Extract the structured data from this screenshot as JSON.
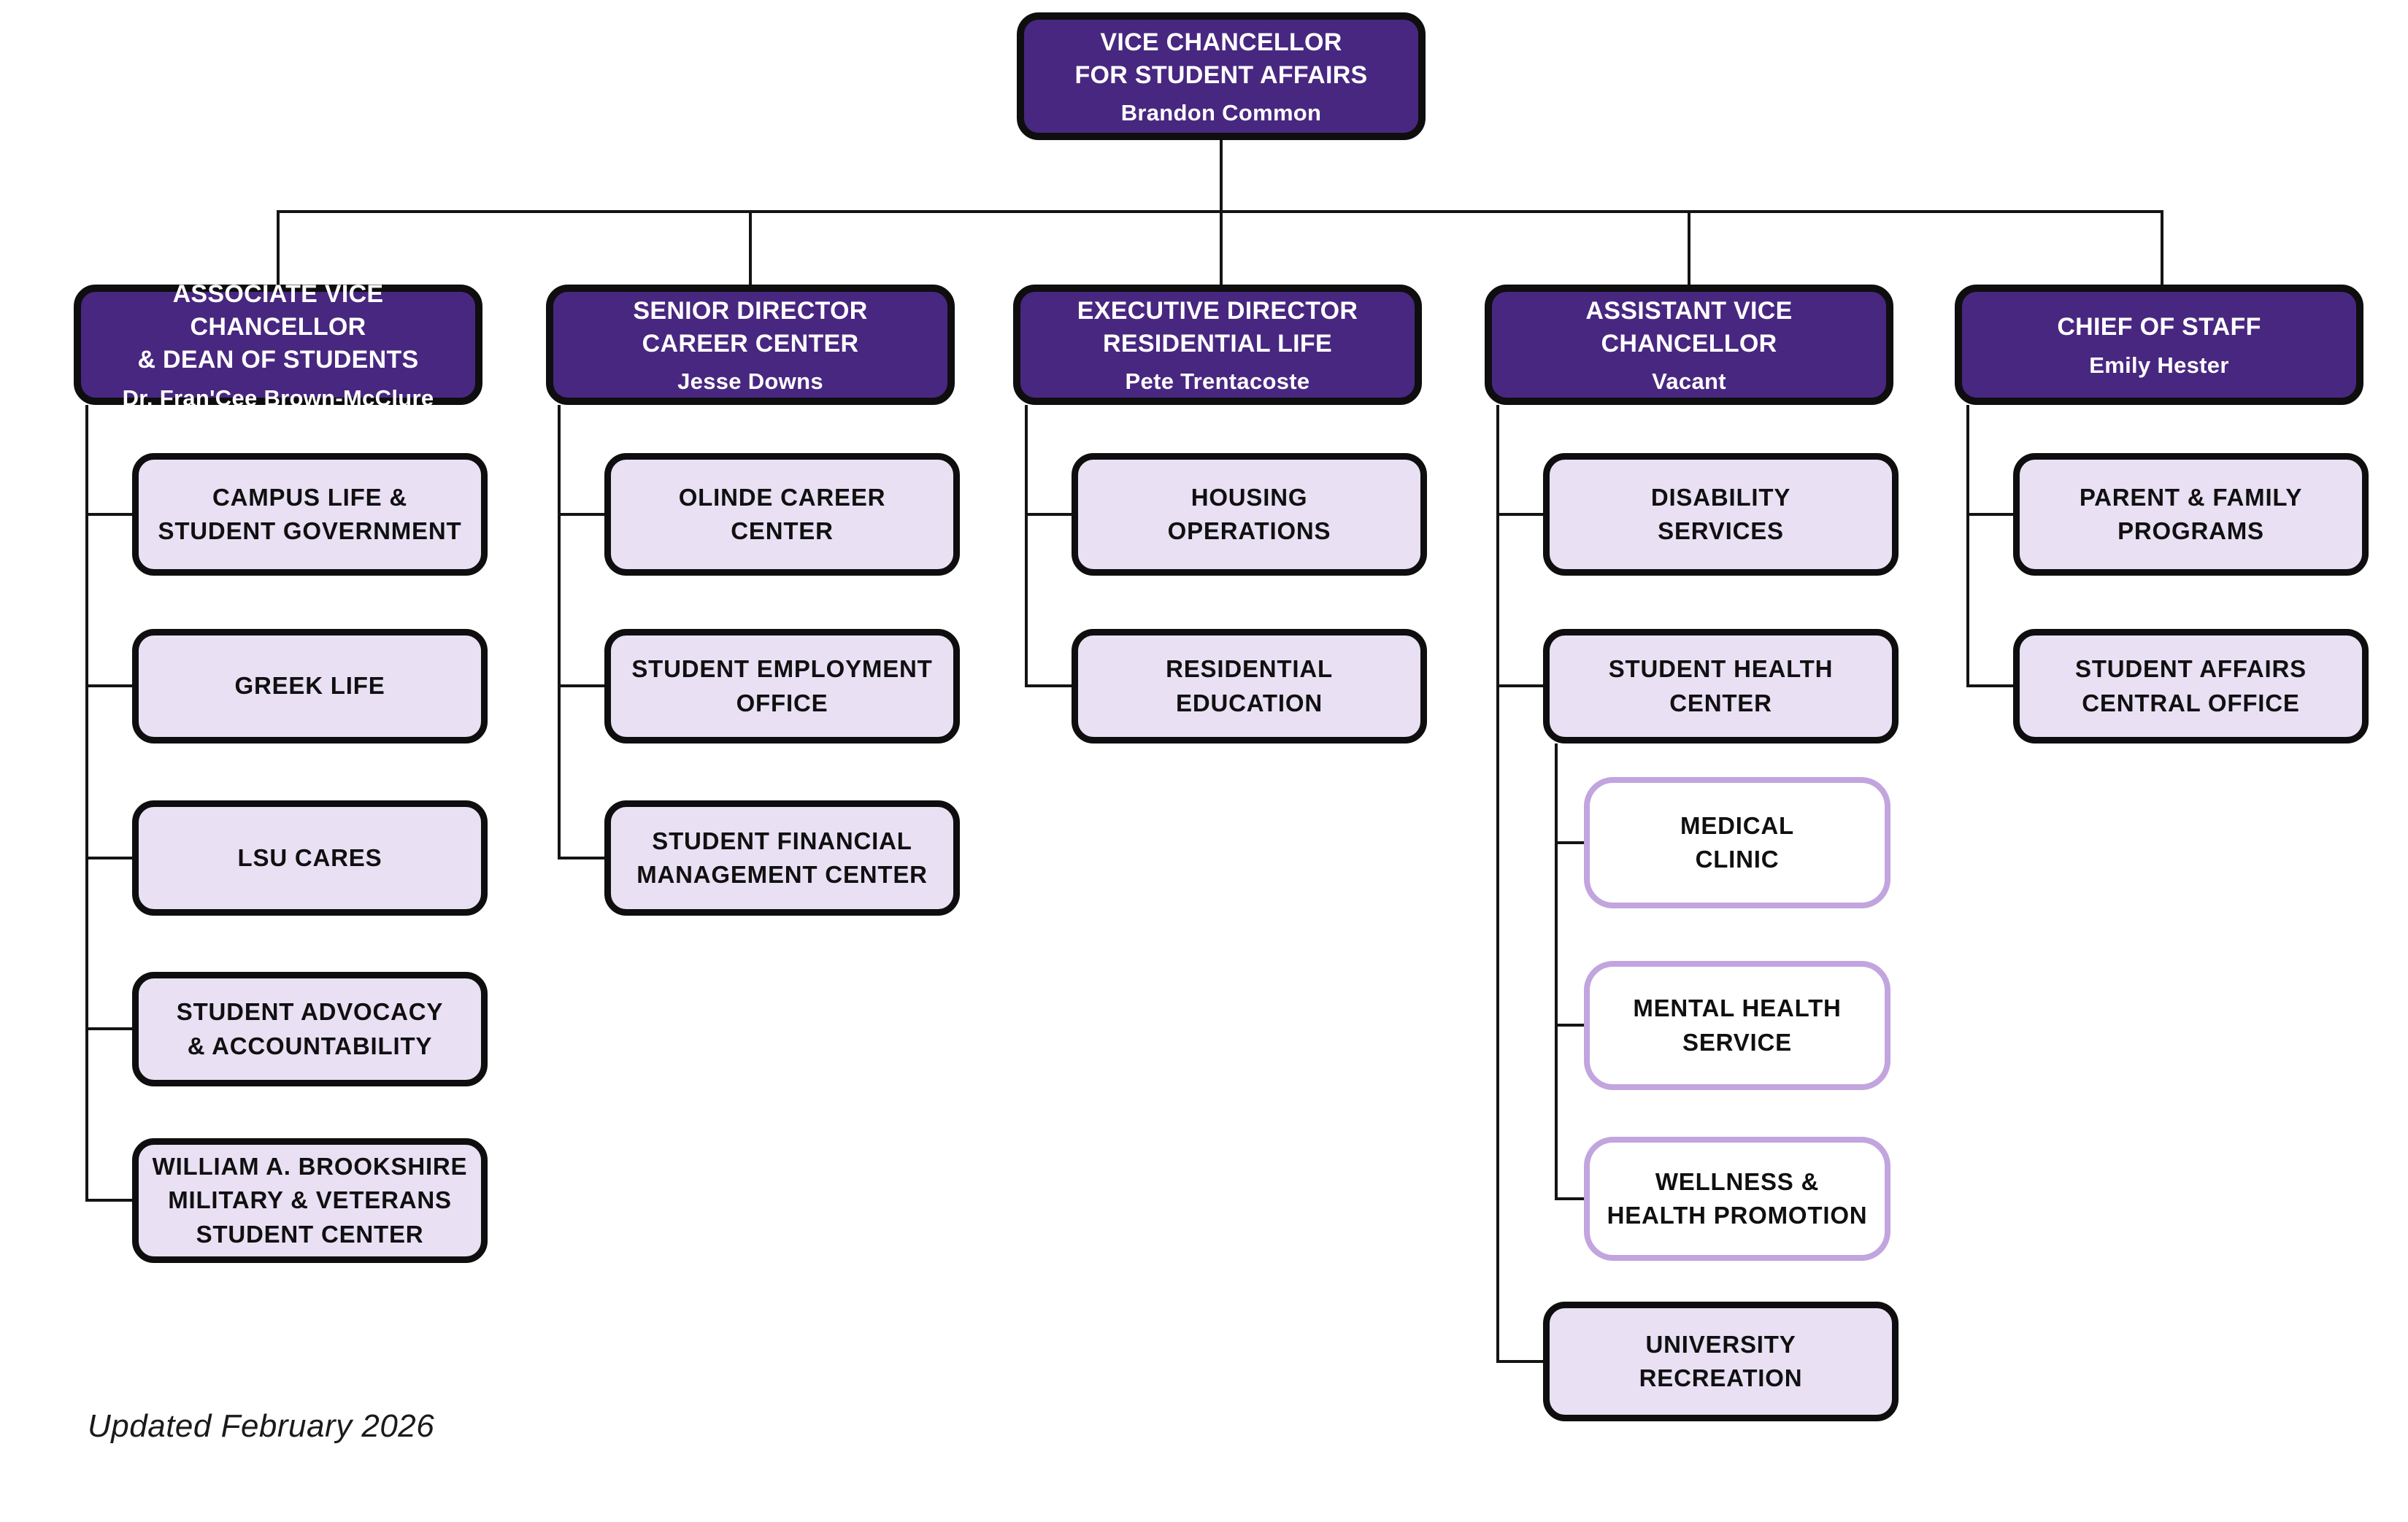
{
  "colors": {
    "brand_purple": "#482780",
    "light_purple_fill": "#E9E0F4",
    "sub_box_border": "#C2A4DE",
    "connector_line": "#141414"
  },
  "footer": {
    "updated_note": "Updated February 2026"
  },
  "org": {
    "root": {
      "title": "VICE CHANCELLOR\nFOR STUDENT AFFAIRS",
      "name": "Brandon Common"
    },
    "branches": [
      {
        "title": "ASSOCIATE VICE CHANCELLOR\n& DEAN OF STUDENTS",
        "name": "Dr. Fran'Cee Brown-McClure",
        "children": [
          "CAMPUS LIFE &\nSTUDENT GOVERNMENT",
          "GREEK LIFE",
          "LSU CARES",
          "STUDENT ADVOCACY\n& ACCOUNTABILITY",
          "WILLIAM A. BROOKSHIRE\nMILITARY & VETERANS\nSTUDENT CENTER"
        ]
      },
      {
        "title": "SENIOR DIRECTOR\nCAREER CENTER",
        "name": "Jesse Downs",
        "children": [
          "OLINDE CAREER\nCENTER",
          "STUDENT EMPLOYMENT\nOFFICE",
          "STUDENT FINANCIAL\nMANAGEMENT CENTER"
        ]
      },
      {
        "title": "EXECUTIVE DIRECTOR\nRESIDENTIAL LIFE",
        "name": "Pete Trentacoste",
        "children": [
          "HOUSING\nOPERATIONS",
          "RESIDENTIAL\nEDUCATION"
        ]
      },
      {
        "title": "ASSISTANT VICE CHANCELLOR",
        "name": "Vacant",
        "children": [
          "DISABILITY\nSERVICES",
          "STUDENT HEALTH\nCENTER",
          "UNIVERSITY\nRECREATION"
        ],
        "student_health_center_units": [
          "MEDICAL\nCLINIC",
          "MENTAL HEALTH\nSERVICE",
          "WELLNESS &\nHEALTH PROMOTION"
        ]
      },
      {
        "title": "CHIEF OF STAFF",
        "name": "Emily Hester",
        "children": [
          "PARENT & FAMILY\nPROGRAMS",
          "STUDENT AFFAIRS\nCENTRAL OFFICE"
        ]
      }
    ]
  }
}
